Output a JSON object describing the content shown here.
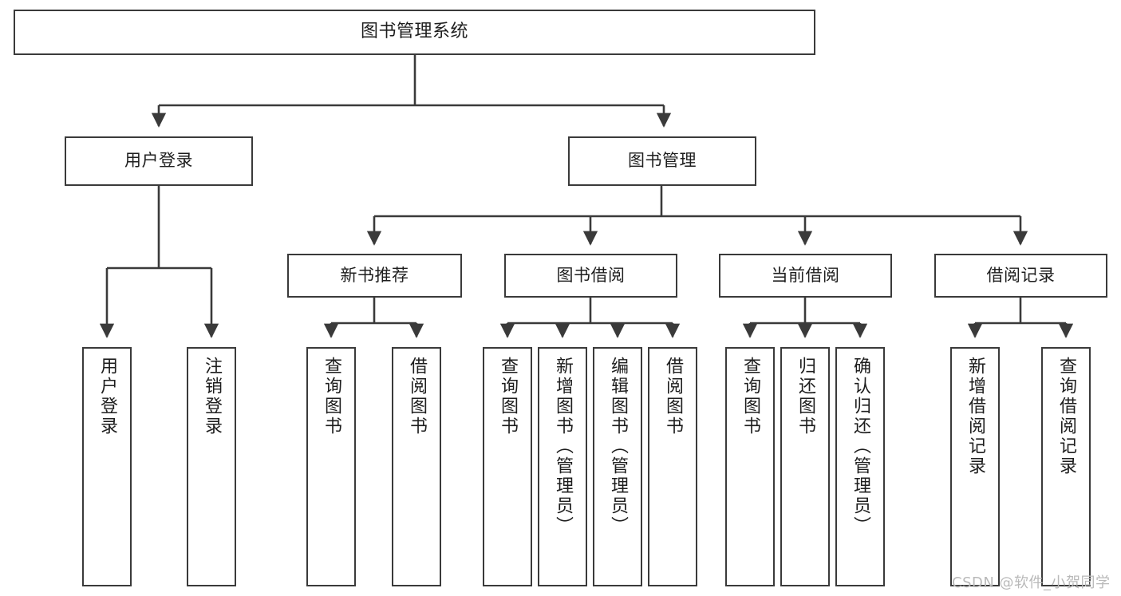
{
  "diagram": {
    "type": "tree-hierarchy",
    "root": {
      "label": "图书管理系统"
    },
    "level1": [
      {
        "label": "用户登录"
      },
      {
        "label": "图书管理"
      }
    ],
    "level2": [
      {
        "label": "新书推荐"
      },
      {
        "label": "图书借阅"
      },
      {
        "label": "当前借阅"
      },
      {
        "label": "借阅记录"
      }
    ],
    "leaves": {
      "user_login": [
        {
          "label": "用户登录"
        },
        {
          "label": "注销登录"
        }
      ],
      "new_book_recommend": [
        {
          "label": "查询图书"
        },
        {
          "label": "借阅图书"
        }
      ],
      "book_borrow": [
        {
          "label": "查询图书"
        },
        {
          "label": "新增图书（管理员）"
        },
        {
          "label": "编辑图书（管理员）"
        },
        {
          "label": "借阅图书"
        }
      ],
      "current_borrow": [
        {
          "label": "查询图书"
        },
        {
          "label": "归还图书"
        },
        {
          "label": "确认归还（管理员）"
        }
      ],
      "borrow_record": [
        {
          "label": "新增借阅记录"
        },
        {
          "label": "查询借阅记录"
        }
      ]
    }
  },
  "watermark": {
    "text": "CSDN @软件_小贺同学"
  },
  "colors": {
    "stroke": "#3a3a3a",
    "background": "#ffffff",
    "text": "#1e1e1e",
    "watermark": "#b9b9b9"
  }
}
